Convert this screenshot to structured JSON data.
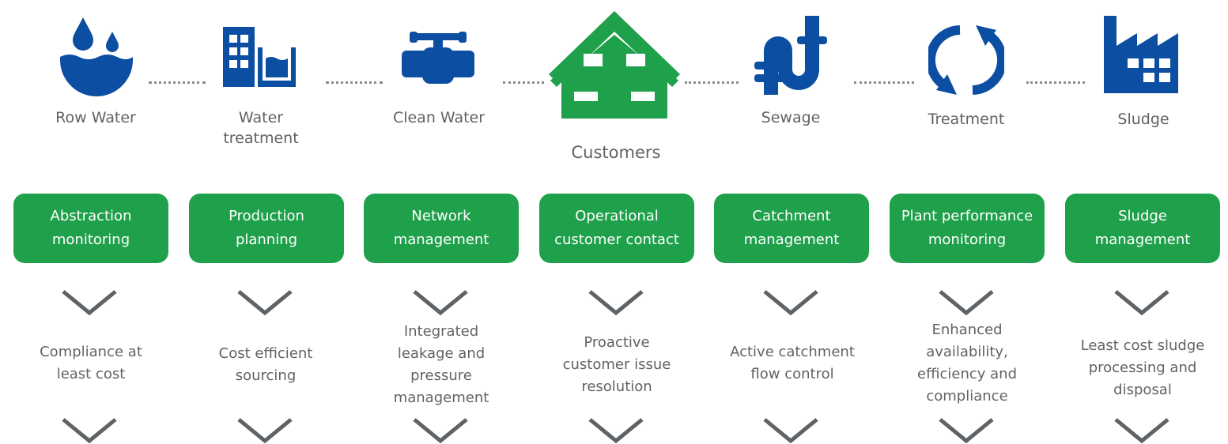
{
  "colors": {
    "blue": "#0b4ea2",
    "green": "#1fa04a",
    "text": "#5f6366",
    "dots": "#8a8a8a"
  },
  "stages": [
    {
      "id": "raw",
      "label": "Row Water",
      "icon": "water-bowl-icon"
    },
    {
      "id": "treat",
      "label": "Water\ntreatment",
      "icon": "water-treatment-icon"
    },
    {
      "id": "clean",
      "label": "Clean Water",
      "icon": "tap-icon"
    },
    {
      "id": "customers",
      "label": "Customers",
      "icon": "house-icon"
    },
    {
      "id": "sewage",
      "label": "Sewage",
      "icon": "pipe-icon"
    },
    {
      "id": "treatment",
      "label": "Treatment",
      "icon": "recycle-icon"
    },
    {
      "id": "sludge",
      "label": "Sludge",
      "icon": "factory-icon"
    }
  ],
  "functions": [
    {
      "line1": "Abstraction",
      "line2": "monitoring"
    },
    {
      "line1": "Production",
      "line2": "planning"
    },
    {
      "line1": "Network",
      "line2": "management"
    },
    {
      "line1": "Operational",
      "line2": "customer contact"
    },
    {
      "line1": "Catchment",
      "line2": "management"
    },
    {
      "line1": "Plant performance",
      "line2": "monitoring"
    },
    {
      "line1": "Sludge",
      "line2": "management"
    }
  ],
  "outcomes": [
    [
      "Compliance at",
      "least cost"
    ],
    [
      "Cost efficient",
      "sourcing"
    ],
    [
      "Integrated",
      "leakage and",
      "pressure",
      "management"
    ],
    [
      "Proactive",
      "customer issue",
      "resolution"
    ],
    [
      "Active catchment",
      "flow control"
    ],
    [
      "Enhanced",
      "availability,",
      "efficiency and",
      "compliance"
    ],
    [
      "Least cost sludge",
      "processing and",
      "disposal"
    ]
  ]
}
